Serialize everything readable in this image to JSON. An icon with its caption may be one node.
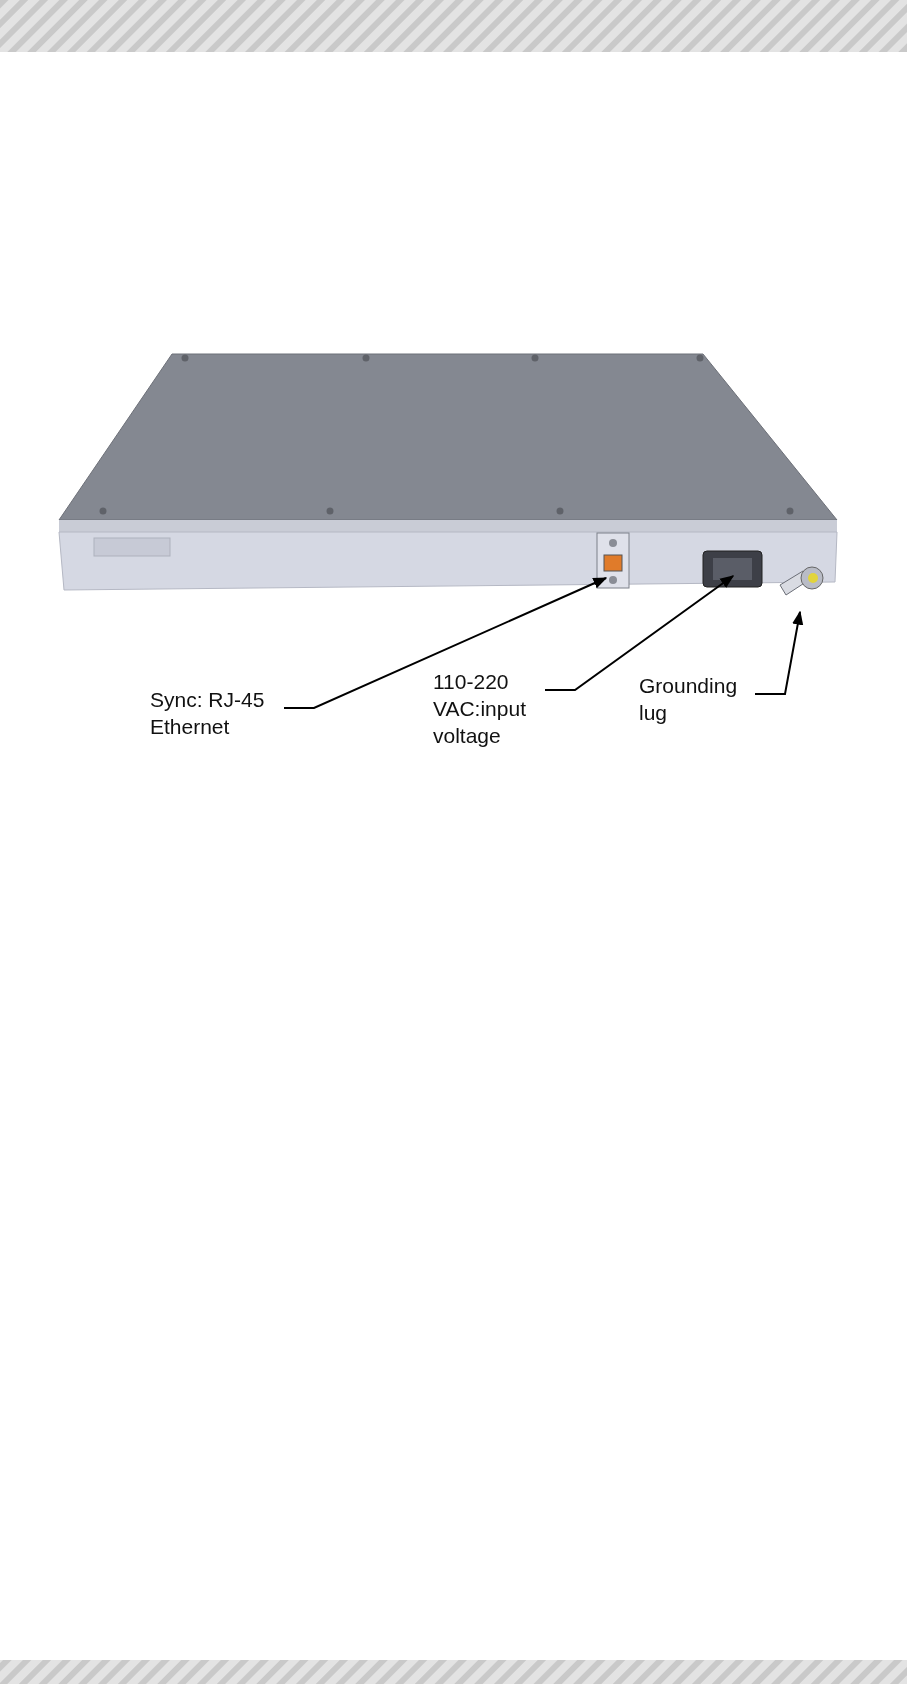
{
  "diagram": {
    "nodes": [
      {
        "text": [],
        "shape": "bar"
      },
      {
        "text": [],
        "shape": "picture"
      },
      {
        "text": [],
        "shape": "picture"
      },
      {
        "text": [],
        "shape": "picture"
      },
      {
        "text": [
          "Sync: RJ-45 Ethernet"
        ]
      },
      {
        "text": [
          "110-220 VAC:input voltage"
        ]
      },
      {
        "text": [
          "Grounding lug"
        ]
      },
      {
        "text": [],
        "shape": "bar"
      }
    ],
    "edges": [
      {
        "from": 4,
        "to": 1,
        "arrow": "to"
      },
      {
        "from": 5,
        "to": 2,
        "arrow": "to"
      },
      {
        "from": 6,
        "to": 3,
        "arrow": "to"
      }
    ]
  }
}
